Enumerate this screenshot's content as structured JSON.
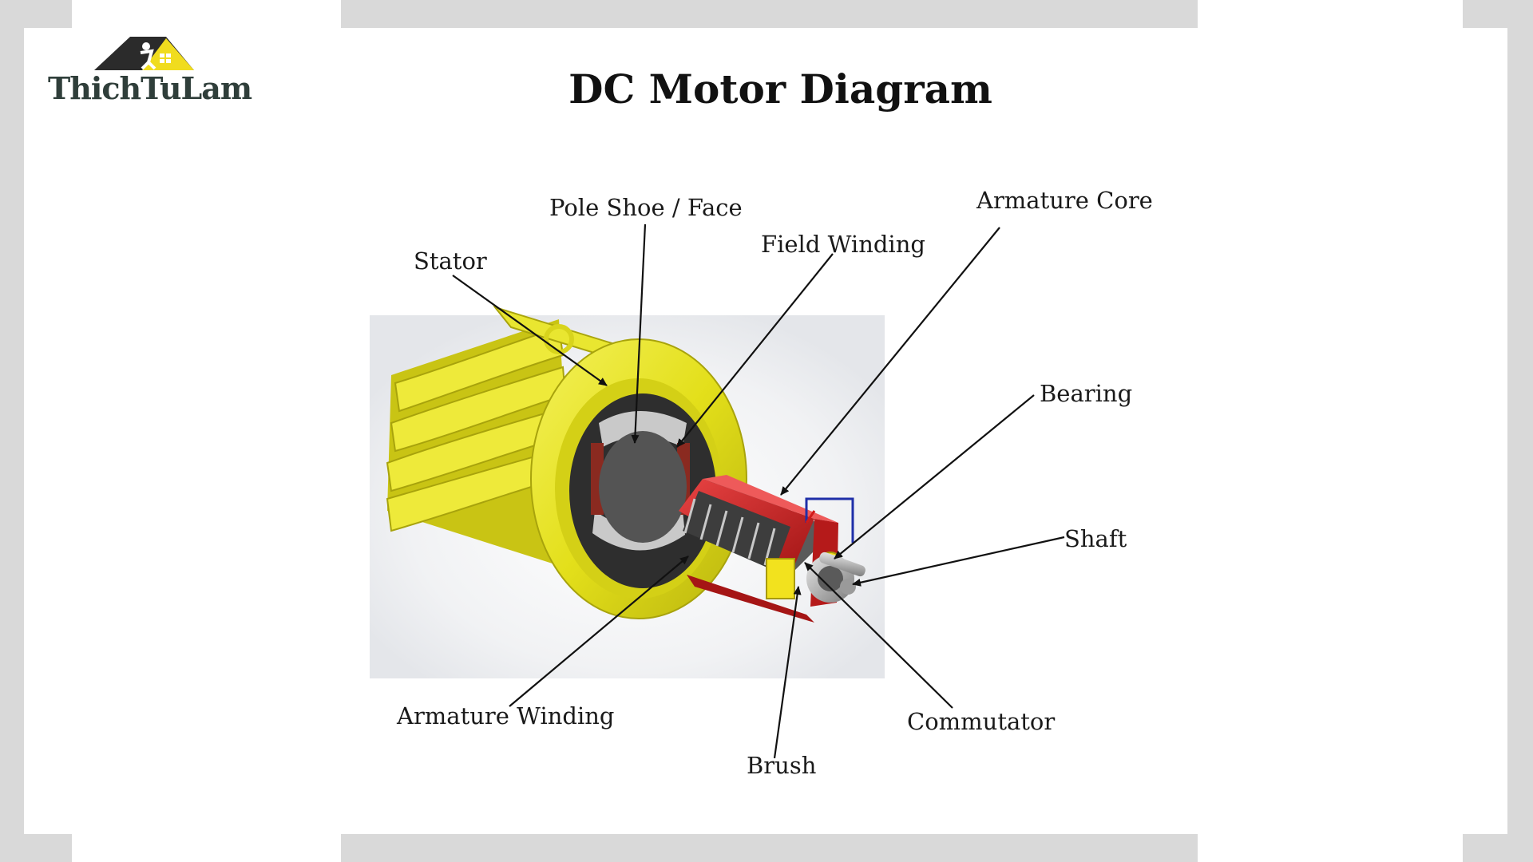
{
  "brand": {
    "name": "ThichTuLam"
  },
  "title": "DC Motor Diagram",
  "labels": {
    "stator": "Stator",
    "pole_shoe": "Pole Shoe / Face",
    "field_winding": "Field Winding",
    "armature_core": "Armature Core",
    "bearing": "Bearing",
    "shaft": "Shaft",
    "armature_winding": "Armature Winding",
    "commutator": "Commutator",
    "brush": "Brush"
  },
  "colors": {
    "stator": "#e6e21c",
    "armature": "#c81e1e",
    "frame": "#d9d9d9",
    "logo_roof": "#2b2b2b",
    "logo_house": "#f0dc1e"
  }
}
